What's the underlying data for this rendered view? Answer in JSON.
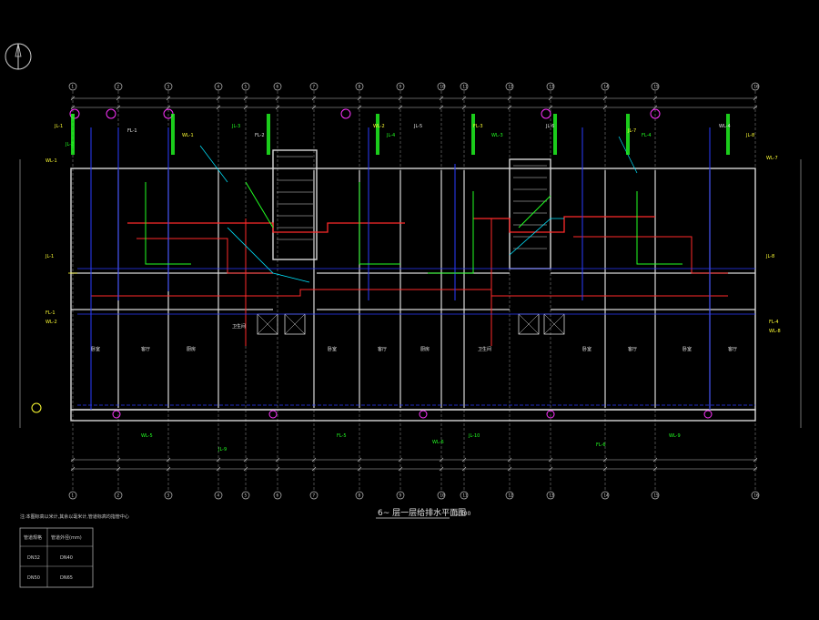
{
  "drawing": {
    "title": "6~ 层一层给排水平面图",
    "scale": "1:100",
    "colors": {
      "background": "#000000",
      "wall": "#d8d8d8",
      "axis": "#bfbfbf",
      "pipe_red": "#ff2a2a",
      "pipe_blue": "#2a3cff",
      "pipe_green": "#22ff22",
      "pipe_cyan": "#00e5ff",
      "pipe_yellow": "#ffff33",
      "pipe_magenta": "#ff33ff",
      "label_white": "#e8e8e8"
    },
    "axis_top": [
      "1",
      "2",
      "3",
      "4",
      "5",
      "6",
      "7",
      "8",
      "9",
      "10",
      "11",
      "12",
      "13",
      "14",
      "15",
      "16"
    ],
    "axis_bottom": [
      "1",
      "2",
      "3",
      "4",
      "5",
      "6",
      "7",
      "8",
      "9",
      "10",
      "11",
      "12",
      "13",
      "14",
      "15",
      "16"
    ],
    "labels": {
      "top_pipe_tags": [
        "JL-1",
        "JL-2",
        "FL-1",
        "WL-1",
        "JL-3",
        "FL-2",
        "WL-2",
        "JL-4",
        "JL-5",
        "FL-3",
        "WL-3",
        "JL-6",
        "JL-7",
        "FL-4",
        "WL-4",
        "JL-8"
      ],
      "left_tags": [
        "WL-1",
        "JL-1",
        "FL-1",
        "WL-2"
      ],
      "right_tags": [
        "WL-7",
        "JL-8",
        "FL-4",
        "WL-8"
      ],
      "bottom_tags": [
        "WL-5",
        "JL-9",
        "FL-5",
        "WL-6",
        "JL-10",
        "FL-6",
        "WL-9"
      ],
      "room_names": [
        "卧室",
        "客厅",
        "厨房",
        "卫生间",
        "卧室",
        "客厅",
        "厨房",
        "卫生间",
        "卧室",
        "客厅",
        "卧室",
        "客厅"
      ]
    },
    "table": {
      "note": "注:本图标高以米计,其余以毫米计,管道标高均指管中心",
      "headers": [
        "管道规格",
        "管道外径(mm)"
      ],
      "rows": [
        [
          "DN32",
          "DN40"
        ],
        [
          "DN50",
          "DN65"
        ]
      ]
    }
  }
}
